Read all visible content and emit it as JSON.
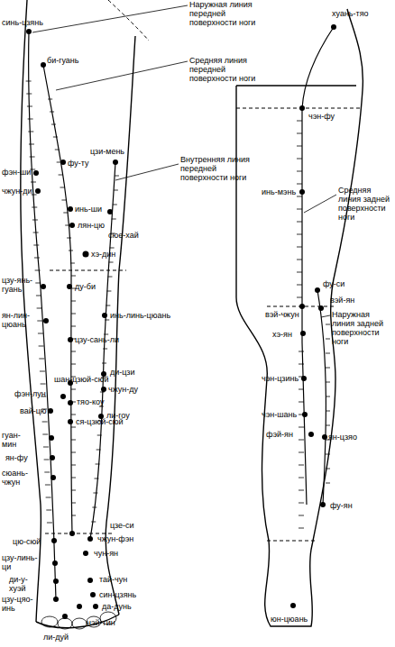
{
  "diagram": {
    "labels": [
      "синь-цзянь",
      "Наружная линия передней поверхности ноги",
      "би-гуань",
      "Средняя линия передней поверхности ноги",
      "фу-ту",
      "цзи-мень",
      "Внутренняя линия передней поверхности ноги",
      "фэн-ши",
      "чжун-ди",
      "инь-ши",
      "лян-цю",
      "сюе-хай",
      "хэ-дин",
      "цзу-янь-гуань",
      "ду-би",
      "ян-лин-цюань",
      "инь-линь-цюань",
      "цзу-сань-ли",
      "ди-цзи",
      "шан-цзюй-сюй",
      "фэн-лун",
      "чжун-ду",
      "вай-цю",
      "тяо-коу",
      "ли-гоу",
      "ся-цзюй-сюй",
      "гуан-мин",
      "ян-фу",
      "сюань-чжун",
      "цзе-си",
      "цю-сюй",
      "чжун-фэн",
      "чун-ян",
      "цзу-линь-ци",
      "тай-чун",
      "ди-у-хуэй",
      "син-цзянь",
      "цзу-цяо-инь",
      "да-дунь",
      "нэй-тин",
      "ли-дуй",
      "хуань-тяо",
      "чэн-фу",
      "инь-мэнь",
      "Средняя линия задней поверхности ноги",
      "фу-си",
      "вэй-чжун",
      "вэй-ян",
      "Наружная линия задней поверхности ноги",
      "хэ-ян",
      "чэн-цзинь",
      "чэн-шань",
      "фэй-ян",
      "ян-цзяо",
      "фу-ян",
      "юн-цюань"
    ]
  }
}
